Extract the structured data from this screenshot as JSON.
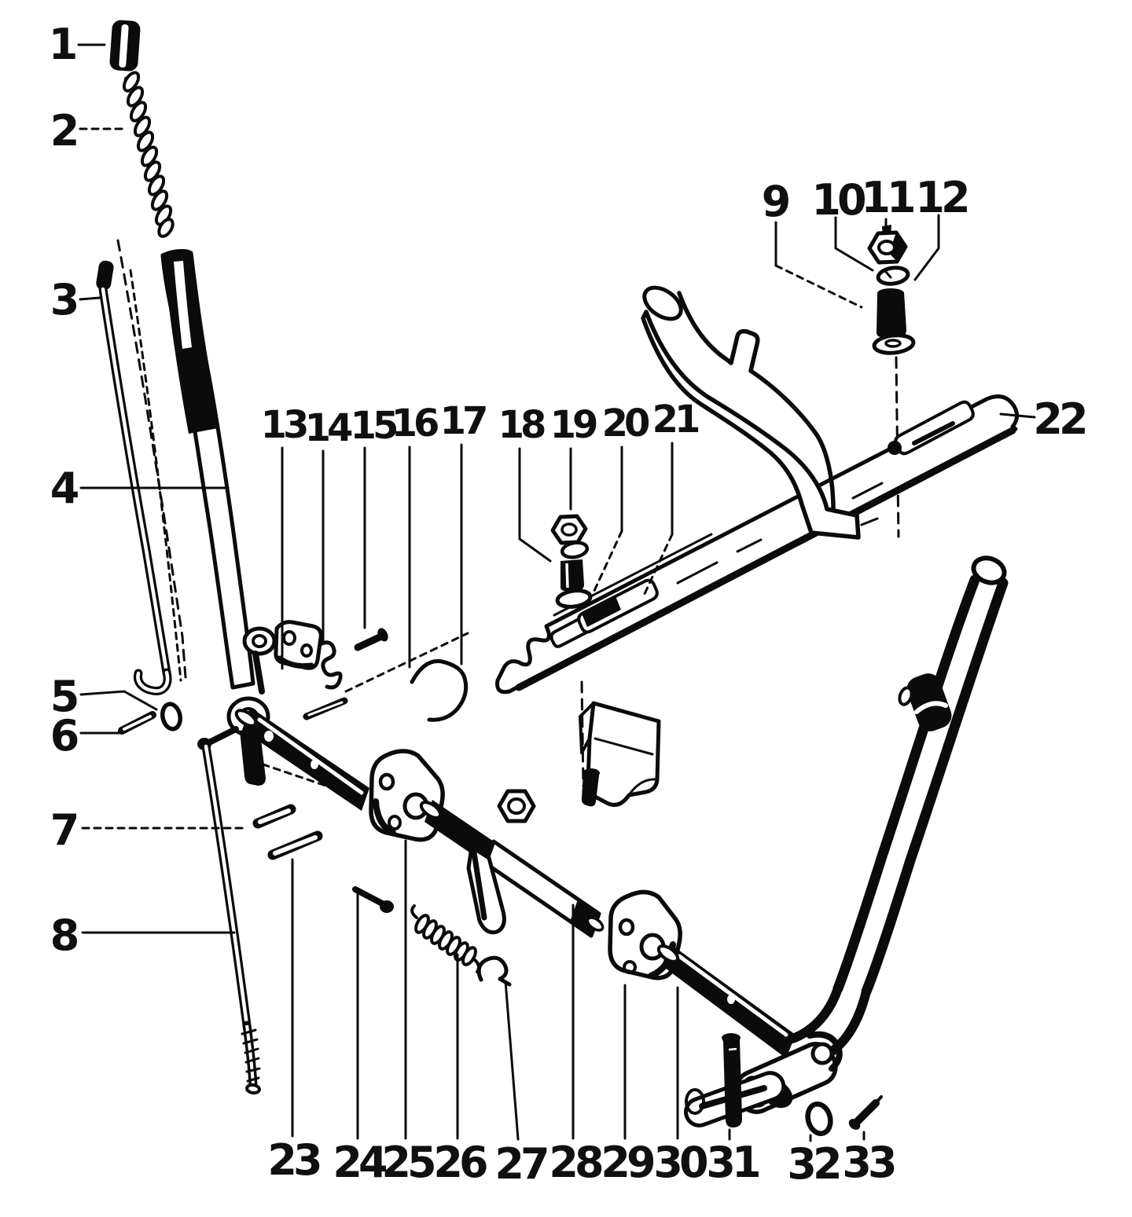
{
  "colors": {
    "ink": "#0b0b0b",
    "paper": "#ffffff"
  },
  "callouts": [
    {
      "label": "1"
    },
    {
      "label": "2"
    },
    {
      "label": "3"
    },
    {
      "label": "4"
    },
    {
      "label": "5"
    },
    {
      "label": "6"
    },
    {
      "label": "7"
    },
    {
      "label": "8"
    },
    {
      "label": "9"
    },
    {
      "label": "10"
    },
    {
      "label": "11"
    },
    {
      "label": "12"
    },
    {
      "label": "13"
    },
    {
      "label": "14"
    },
    {
      "label": "15"
    },
    {
      "label": "16"
    },
    {
      "label": "17"
    },
    {
      "label": "18"
    },
    {
      "label": "19"
    },
    {
      "label": "20"
    },
    {
      "label": "21"
    },
    {
      "label": "22"
    },
    {
      "label": "23"
    },
    {
      "label": "24"
    },
    {
      "label": "25"
    },
    {
      "label": "26"
    },
    {
      "label": "27"
    },
    {
      "label": "28"
    },
    {
      "label": "29"
    },
    {
      "label": "30"
    },
    {
      "label": "31"
    },
    {
      "label": "32"
    },
    {
      "label": "33"
    }
  ]
}
